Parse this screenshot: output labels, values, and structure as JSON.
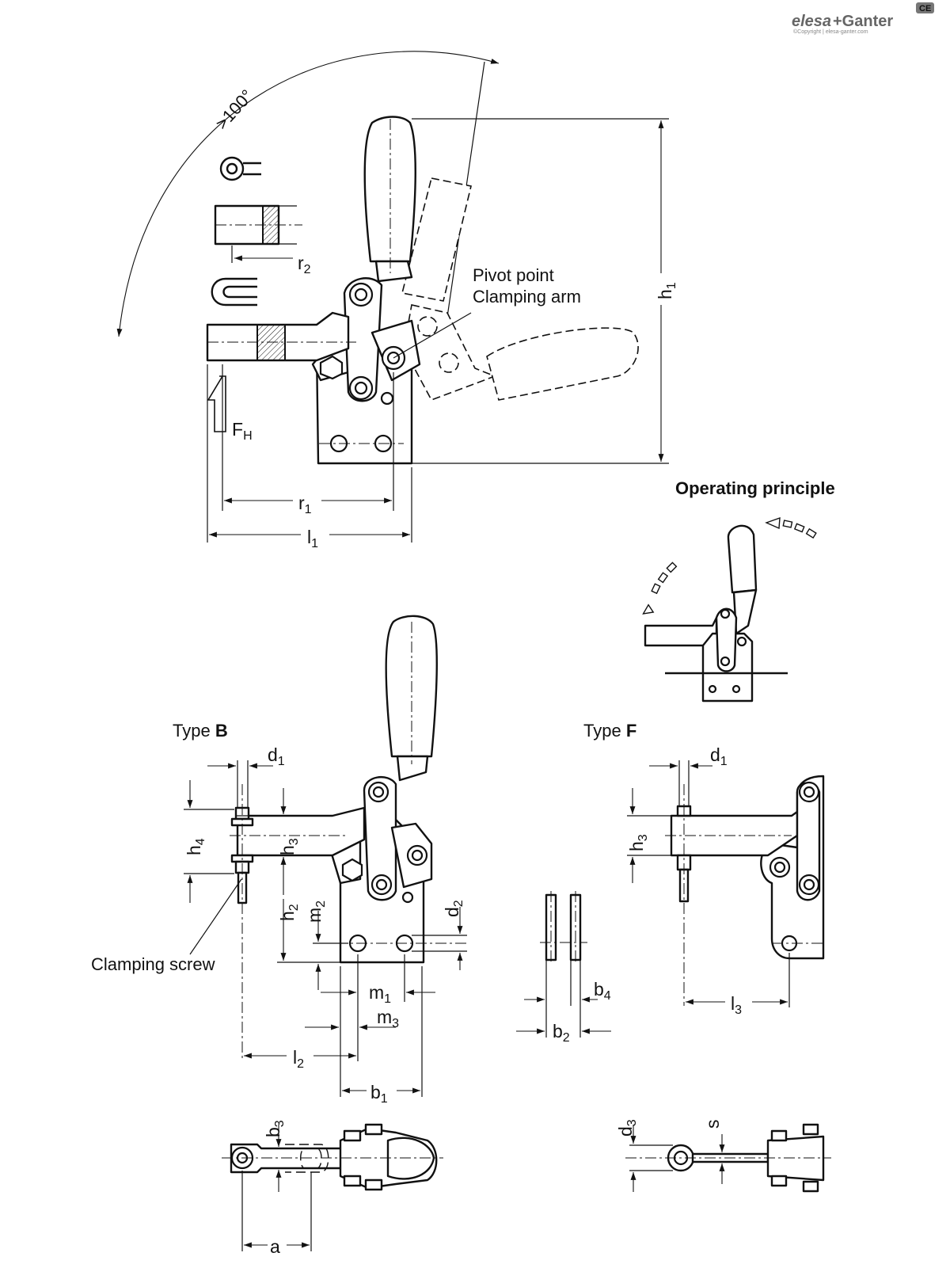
{
  "brand": {
    "name_a": "elesa",
    "name_b": "+Ganter",
    "copyright": "©Copyright | elesa-ganter.com",
    "badge": "CE"
  },
  "angle_label": ">100°",
  "labels": {
    "pivot_line1": "Pivot point",
    "pivot_line2": "Clamping arm",
    "operating_principle": "Operating principle",
    "type_b_prefix": "Type ",
    "type_b_letter": "B",
    "type_f_prefix": "Type ",
    "type_f_letter": "F",
    "clamping_screw": "Clamping screw"
  },
  "dimensions": {
    "r2": {
      "s": "r",
      "i": "2"
    },
    "h1": {
      "s": "h",
      "i": "1"
    },
    "FH": {
      "s": "F",
      "i": "H"
    },
    "r1": {
      "s": "r",
      "i": "1"
    },
    "l1": {
      "s": "l",
      "i": "1"
    },
    "d1_b": {
      "s": "d",
      "i": "1"
    },
    "h4": {
      "s": "h",
      "i": "4"
    },
    "h3_b": {
      "s": "h",
      "i": "3"
    },
    "h2": {
      "s": "h",
      "i": "2"
    },
    "m2": {
      "s": "m",
      "i": "2"
    },
    "d2": {
      "s": "d",
      "i": "2"
    },
    "m1": {
      "s": "m",
      "i": "1"
    },
    "m3": {
      "s": "m",
      "i": "3"
    },
    "l2": {
      "s": "l",
      "i": "2"
    },
    "b1": {
      "s": "b",
      "i": "1"
    },
    "b4": {
      "s": "b",
      "i": "4"
    },
    "b2": {
      "s": "b",
      "i": "2"
    },
    "d1_f": {
      "s": "d",
      "i": "1"
    },
    "h3_f": {
      "s": "h",
      "i": "3"
    },
    "l3": {
      "s": "l",
      "i": "3"
    },
    "b3": {
      "s": "b",
      "i": "3"
    },
    "a": {
      "s": "a",
      "i": ""
    },
    "d3": {
      "s": "d",
      "i": "3"
    },
    "s": {
      "s": "s",
      "i": ""
    }
  }
}
